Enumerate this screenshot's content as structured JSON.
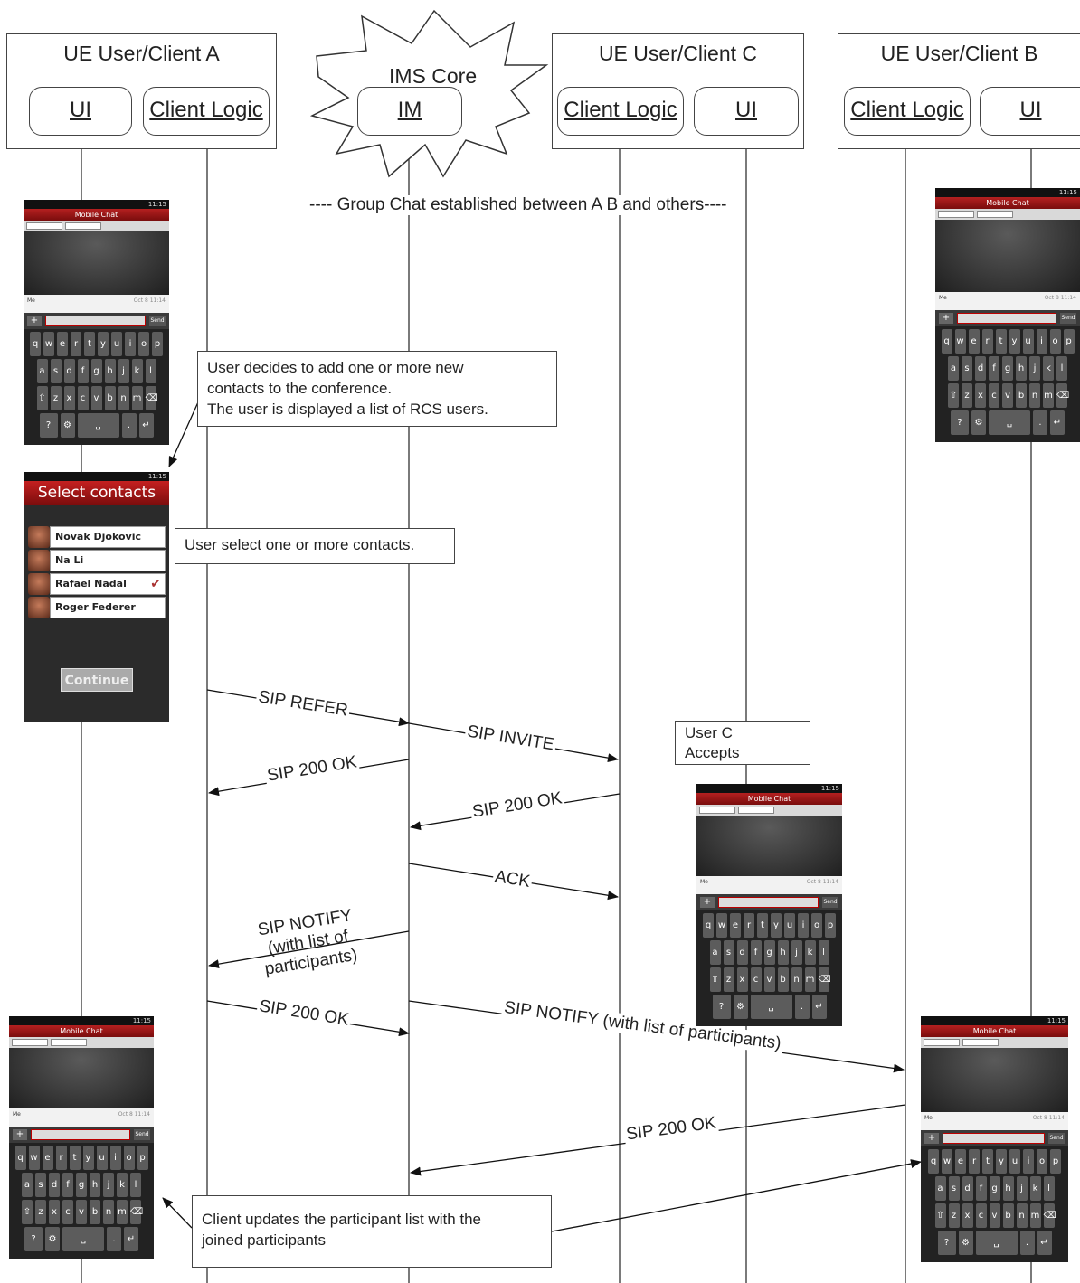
{
  "entities": {
    "client_a": {
      "title": "UE User/Client A",
      "ui": "UI",
      "logic": "Client Logic"
    },
    "ims": {
      "title": "IMS Core",
      "im": "IM"
    },
    "client_c": {
      "title": "UE User/Client C",
      "logic": "Client Logic",
      "ui": "UI"
    },
    "client_b": {
      "title": "UE User/Client B",
      "logic": "Client Logic",
      "ui": "UI"
    }
  },
  "established_text": "---- Group Chat established between A B and others----",
  "notes": {
    "add_contacts": "User decides to add one or more new\ncontacts to the conference.\nThe user is displayed a list of RCS users.",
    "select_contacts": "User select one or more contacts.",
    "user_c_accepts": "User C\nAccepts",
    "client_updates": "Client updates the participant list with the\njoined participants"
  },
  "messages": [
    {
      "label": "SIP REFER"
    },
    {
      "label": "SIP INVITE"
    },
    {
      "label": "SIP 200 OK"
    },
    {
      "label": "SIP 200 OK"
    },
    {
      "label": "ACK"
    },
    {
      "label": "SIP NOTIFY\n(with list of\nparticipants)"
    },
    {
      "label": "SIP 200 OK"
    },
    {
      "label": "SIP NOTIFY (with list of participants)"
    },
    {
      "label": "SIP 200 OK"
    }
  ],
  "phone": {
    "status": "11:15",
    "chat_title": "Mobile Chat",
    "msg_sender": "Me",
    "msg_time": "Oct 8 11:14",
    "send": "Send",
    "plus": "+",
    "keyboard_rows": [
      [
        "q",
        "w",
        "e",
        "r",
        "t",
        "y",
        "u",
        "i",
        "o",
        "p"
      ],
      [
        "a",
        "s",
        "d",
        "f",
        "g",
        "h",
        "j",
        "k",
        "l"
      ],
      [
        "⇧",
        "z",
        "x",
        "c",
        "v",
        "b",
        "n",
        "m",
        "⌫"
      ],
      [
        "?123",
        "⚙",
        "␣",
        ".",
        "↵"
      ]
    ]
  },
  "select_screen": {
    "title": "Select contacts",
    "contacts": [
      {
        "name": "Novak Djokovic",
        "checked": ""
      },
      {
        "name": "Na Li",
        "checked": ""
      },
      {
        "name": "Rafael Nadal",
        "checked": "✔"
      },
      {
        "name": "Roger Federer",
        "checked": ""
      }
    ],
    "continue": "Continue"
  }
}
